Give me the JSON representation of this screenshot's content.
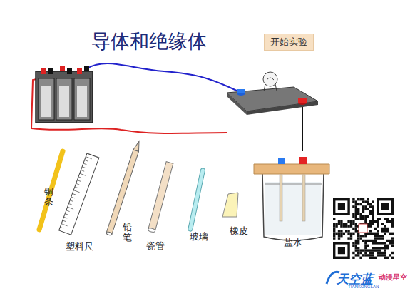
{
  "diagram": {
    "title": "导体和绝缘体",
    "nodes": [
      {
        "text": [
          "开始实验"
        ]
      }
    ],
    "labels": [
      "铜条",
      "塑料尺",
      "铅笔",
      "瓷管",
      "玻璃",
      "橡皮",
      "盐水",
      "天空蓝",
      "动漫星空",
      "TIANKONGLAN"
    ]
  }
}
